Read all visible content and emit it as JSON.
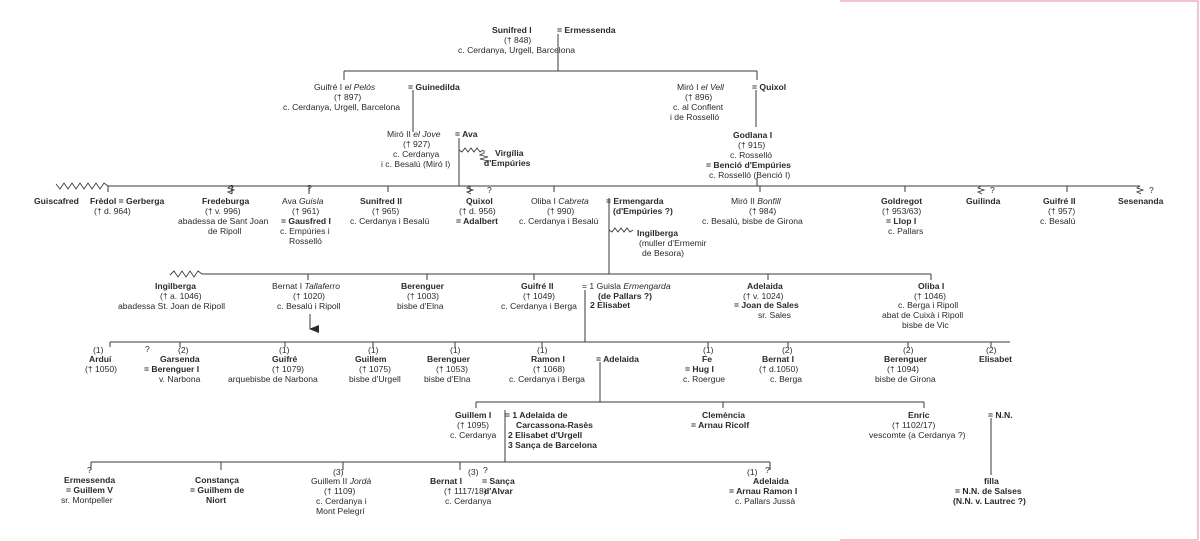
{
  "colors": {
    "line": "#3a3a3a",
    "text": "#2a2a2a",
    "frame": "#e48aa6"
  },
  "people": {
    "sunifred1": {
      "name": "Sunifred I",
      "l2": "(† 848)",
      "l3": "c. Cerdanya, Urgell, Barcelona"
    },
    "ermessenda_a": {
      "name": "= Ermessenda"
    },
    "guifre1": {
      "name": "Guifré I",
      "epithet": "el Pelós",
      "l2": "(† 897)",
      "l3": "c. Cerdanya, Urgell, Barcelona"
    },
    "guinedilda": {
      "name": "= Guinedilda"
    },
    "miro1": {
      "name": "Miró I",
      "epithet": "el Vell",
      "l2": "(† 896)",
      "l3": "c. al Conflent",
      "l4": "i de Rosselló"
    },
    "quixol_a": {
      "name": "= Quixol"
    },
    "miro2": {
      "name": "Miró II",
      "epithet": "el Jove",
      "l2": "(† 927)",
      "l3": "c. Cerdanya",
      "l4a": "i c. Besalú",
      "l4b": "(Miró I)"
    },
    "ava_a": {
      "name": "= Ava"
    },
    "virgilia": {
      "name": "Virgília",
      "l2": "d'Empúries"
    },
    "godlana": {
      "name": "Godlana I",
      "l2": "(† 915)",
      "l3": "c. Rosselló",
      "l4": "= Benció d'Empúries",
      "l5a": "c. Rosselló",
      "l5b": "(Benció I)"
    },
    "guiscafred": {
      "name": "Guiscafred"
    },
    "fredol": {
      "name": "Frèdol = Gerberga",
      "l2": "(† d. 964)"
    },
    "fredeburga": {
      "name": "Fredeburga",
      "l2": "(† v. 996)",
      "l3": "abadessa de Sant Joan",
      "l4": "de Ripoll"
    },
    "avaguisla": {
      "name": "Ava",
      "epithet": "Guisla",
      "l2": "(† 961)",
      "l3": "= Gausfred I",
      "l4": "c. Empúries i",
      "l5": "Rosselló"
    },
    "sunifred2": {
      "name": "Sunifred II",
      "l2": "(† 965)",
      "l3": "c. Cerdanya i Besalú"
    },
    "quixol_b": {
      "name": "Quixol",
      "l2": "(† d. 956)",
      "l3": "= Adalbert"
    },
    "oliba_cabreta": {
      "name": "Oliba I",
      "epithet": "Cabreta",
      "l2": "(† 990)",
      "l3": "c. Cerdanya i Besalú"
    },
    "ermengarda_a": {
      "name": "= Ermengarda",
      "l2": "(d'Empúries ?)"
    },
    "ingilberga_b": {
      "name": "Ingilberga",
      "l2": "(muller d'Ermemir",
      "l3": "de Besora)"
    },
    "miro_bonfill": {
      "name": "Miró II",
      "epithet": "Bonfill",
      "l2": "(† 984)",
      "l3": "c. Besalú, bisbe de Girona"
    },
    "goldregot": {
      "name": "Goldregot",
      "l2": "(† 953/63)",
      "l3": "= Llop I",
      "l4": "c. Pallars"
    },
    "guilinda": {
      "name": "Guilinda"
    },
    "guifre2a": {
      "name": "Guifré II",
      "l2": "(† 957)",
      "l3": "c. Besalú"
    },
    "sesenanda": {
      "name": "Sesenanda"
    },
    "ingilberga_a": {
      "name": "Ingilberga",
      "l2": "(† a. 1046)",
      "l3": "abadessa St. Joan de Ripoll"
    },
    "bernat_tallaferro": {
      "name": "Bernat I",
      "epithet": "Tallaferro",
      "l2": "(† 1020)",
      "l3": "c. Besalú i Ripoll"
    },
    "berenguer_a": {
      "name": "Berenguer",
      "l2": "(† 1003)",
      "l3": "bisbe d'Elna"
    },
    "guifre2b": {
      "name": "Guifré II",
      "l2": "(† 1049)",
      "l3": "c. Cerdanya i Berga"
    },
    "guisla_b": {
      "pre": "= 1 Guisla",
      "epithet": "Ermengarda",
      "l2": "(de Pallars ?)",
      "l3": "2 Elisabet"
    },
    "adelaida_a": {
      "name": "Adelaida",
      "l2": "(† v. 1024)",
      "l3": "= Joan de Sales",
      "l4": "sr. Sales"
    },
    "oliba_abbot": {
      "name": "Oliba I",
      "l2": "(† 1046)",
      "l3": "c. Berga i Ripoll",
      "l4": "abat de Cuixà i Ripoll",
      "l5": "bisbe de Vic"
    },
    "ardui": {
      "num": "(1)",
      "name": "Arduí",
      "l2": "(† 1050)"
    },
    "garsenda": {
      "num": "(2)",
      "name": "Garsenda",
      "l2": "= Berenguer I",
      "l3": "v. Narbona"
    },
    "guifre_arch": {
      "num": "(1)",
      "name": "Guifré",
      "l2": "(† 1079)",
      "l3": "arquebisbe de Narbona"
    },
    "guillem_urgell": {
      "num": "(1)",
      "name": "Guillem",
      "l2": "(† 1075)",
      "l3": "bisbe d'Urgell"
    },
    "berenguer_b": {
      "num": "(1)",
      "name": "Berenguer",
      "l2": "(† 1053)",
      "l3": "bisbe d'Elna"
    },
    "ramon1": {
      "num": "(1)",
      "name": "Ramon I",
      "l2": "(† 1068)",
      "l3": "c. Cerdanya i Berga"
    },
    "adelaida_b": {
      "name": "= Adelaida"
    },
    "fe": {
      "num": "(1)",
      "name": "Fe",
      "l2": "= Hug I",
      "l3": "c. Roergue"
    },
    "bernat_berga": {
      "num": "(2)",
      "name": "Bernat I",
      "l2": "(† d.1050)",
      "l3": "c. Berga"
    },
    "berenguer_girona": {
      "num": "(2)",
      "name": "Berenguer",
      "l2": "(† 1094)",
      "l3": "bisbe de Girona"
    },
    "elisabet_c": {
      "num": "(2)",
      "name": "Elisabet"
    },
    "guillem1": {
      "name": "Guillem I",
      "l2": "(† 1095)",
      "l3": "c. Cerdanya"
    },
    "guillem1_w": {
      "l1": "= 1 Adelaida de",
      "l2": "Carcassona-Rasès",
      "l3": "2 Elisabet d'Urgell",
      "l4": "3 Sança de Barcelona"
    },
    "clemencia": {
      "name": "Clemència",
      "l2": "= Arnau Ricolf"
    },
    "enric": {
      "name": "Enric",
      "l2": "(† 1102/17)",
      "l3": "vescomte (a Cerdanya ?)"
    },
    "nn": {
      "name": "= N.N."
    },
    "ermessenda_b": {
      "name": "Ermessenda",
      "l2": "= Guillem V",
      "l3": "sr. Montpeller"
    },
    "constanca": {
      "name": "Constança",
      "l2": "= Guilhem de",
      "l3": "Niort"
    },
    "guillem2": {
      "num": "(3)",
      "name": "Guillem II",
      "epithet": "Jordà",
      "l2": "(† 1109)",
      "l3": "c. Cerdanya i",
      "l4": "Mont Pelegrí"
    },
    "bernat_alvar": {
      "num": "(3)",
      "name": "Bernat I",
      "l2": "(† 1117/18)",
      "l3": "c. Cerdanya",
      "spouse1": "= Sança",
      "spouse2": "d'Alvar"
    },
    "adelaida_c": {
      "num": "(1)",
      "name": "Adelaida",
      "l2": "= Arnau Ramon I",
      "l3": "c. Pallars Jussà"
    },
    "filla": {
      "name": "filla",
      "l2": "= N.N. de Salses",
      "l3": "(N.N. v. Lautrec ?)"
    }
  },
  "marks": {
    "q": "?"
  }
}
